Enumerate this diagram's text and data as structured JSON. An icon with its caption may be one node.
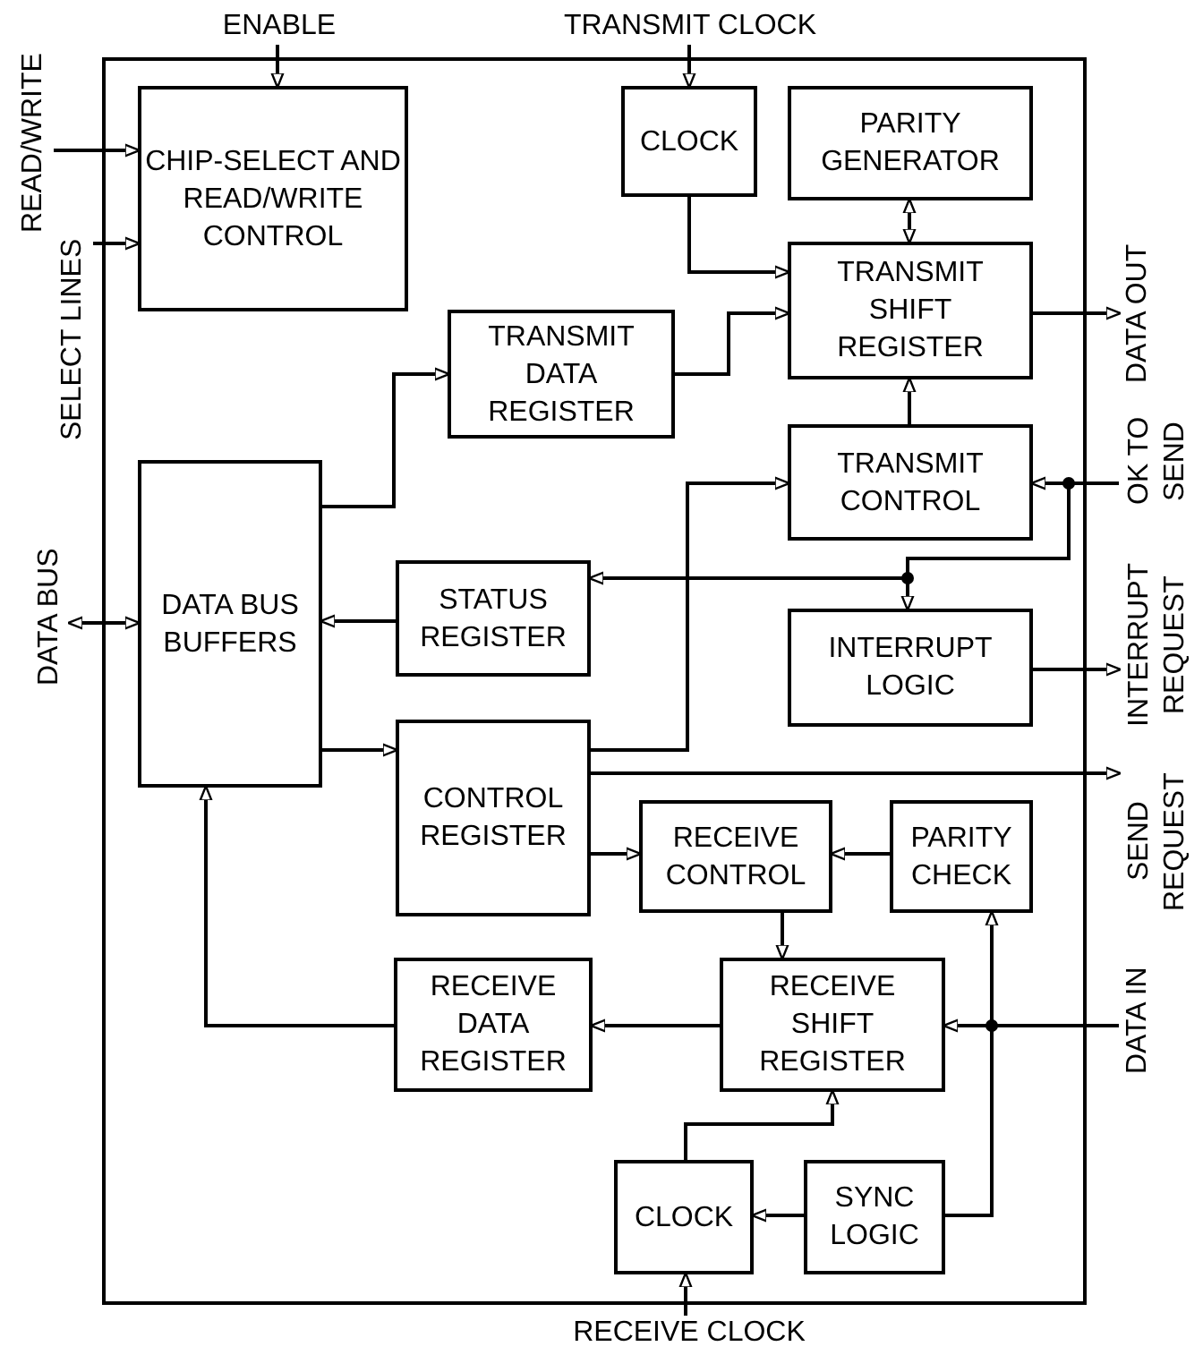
{
  "diagram": {
    "nodes": [
      {
        "text": [],
        "shape": "box"
      },
      {
        "text": [
          "CHIP-SELECT AND READ/WRITE CONTROL"
        ],
        "in": 0
      },
      {
        "text": [
          "CLOCK"
        ],
        "in": 0
      },
      {
        "text": [
          "PARITY GENERATOR"
        ],
        "in": 0
      },
      {
        "text": [
          "TRANSMIT SHIFT REGISTER"
        ],
        "in": 0
      },
      {
        "text": [
          "TRANSMIT DATA REGISTER"
        ],
        "in": 0
      },
      {
        "text": [
          "DATA BUS BUFFERS"
        ],
        "in": 0
      },
      {
        "text": [
          "TRANSMIT CONTROL"
        ],
        "in": 0
      },
      {
        "text": [
          "STATUS REGISTER"
        ],
        "in": 0
      },
      {
        "text": [
          "INTERRUPT LOGIC"
        ],
        "in": 0
      },
      {
        "text": [
          "CONTROL REGISTER"
        ],
        "in": 0
      },
      {
        "text": [
          "RECEIVE CONTROL"
        ],
        "in": 0
      },
      {
        "text": [
          "PARITY CHECK"
        ],
        "in": 0
      },
      {
        "text": [
          "RECEIVE DATA REGISTER"
        ],
        "in": 0
      },
      {
        "text": [
          "RECEIVE SHIFT REGISTER"
        ],
        "in": 0
      },
      {
        "text": [
          "CLOCK"
        ],
        "in": 0
      },
      {
        "text": [
          "SYNC LOGIC"
        ],
        "in": 0
      },
      {
        "text": [
          "ENABLE"
        ]
      },
      {
        "text": [
          "TRANSMIT CLOCK"
        ]
      },
      {
        "text": [
          "READ/WRITE"
        ]
      },
      {
        "text": [
          "SELECT LINES"
        ]
      },
      {
        "text": [
          "DATA BUS"
        ]
      },
      {
        "text": [
          "DATA OUT"
        ]
      },
      {
        "text": [
          "OK TO SEND"
        ]
      },
      {
        "text": [
          "INTERRUPT REQUEST"
        ]
      },
      {
        "text": [
          "SEND REQUEST"
        ]
      },
      {
        "text": [
          "DATA IN"
        ]
      },
      {
        "text": [
          "RECEIVE CLOCK"
        ]
      }
    ],
    "edges": [
      {
        "from": 17,
        "to": 1,
        "arrow": "to"
      },
      {
        "from": 18,
        "to": 2,
        "arrow": "to"
      },
      {
        "from": 19,
        "to": 1,
        "arrow": "to"
      },
      {
        "from": 20,
        "to": 1,
        "arrow": "to"
      },
      {
        "from": 21,
        "to": 6,
        "arrow": "both"
      },
      {
        "from": 2,
        "to": 4,
        "arrow": "to"
      },
      {
        "from": 3,
        "to": 4,
        "arrow": "both"
      },
      {
        "from": 6,
        "to": 5,
        "arrow": "to"
      },
      {
        "from": 5,
        "to": 4,
        "arrow": "to"
      },
      {
        "from": 4,
        "to": 22,
        "arrow": "to"
      },
      {
        "from": 7,
        "to": 4,
        "arrow": "to"
      },
      {
        "from": 23,
        "to": 7,
        "arrow": "to"
      },
      {
        "from": 23,
        "to": 8,
        "arrow": "to"
      },
      {
        "from": 23,
        "to": 9,
        "arrow": "to"
      },
      {
        "from": 8,
        "to": 6,
        "arrow": "to"
      },
      {
        "from": 9,
        "to": 24,
        "arrow": "to"
      },
      {
        "from": 6,
        "to": 10,
        "arrow": "to"
      },
      {
        "from": 10,
        "to": 7,
        "arrow": "to"
      },
      {
        "from": 10,
        "to": 25,
        "arrow": "to"
      },
      {
        "from": 10,
        "to": 11,
        "arrow": "to"
      },
      {
        "from": 12,
        "to": 11,
        "arrow": "to"
      },
      {
        "from": 11,
        "to": 14,
        "arrow": "to"
      },
      {
        "from": 14,
        "to": 13,
        "arrow": "to"
      },
      {
        "from": 13,
        "to": 6,
        "arrow": "to"
      },
      {
        "from": 26,
        "to": 14,
        "arrow": "to"
      },
      {
        "from": 26,
        "to": 12,
        "arrow": "to"
      },
      {
        "from": 26,
        "to": 16,
        "arrow": "none"
      },
      {
        "from": 16,
        "to": 15,
        "arrow": "to"
      },
      {
        "from": 15,
        "to": 14,
        "arrow": "to"
      },
      {
        "from": 27,
        "to": 15,
        "arrow": "to"
      }
    ]
  }
}
